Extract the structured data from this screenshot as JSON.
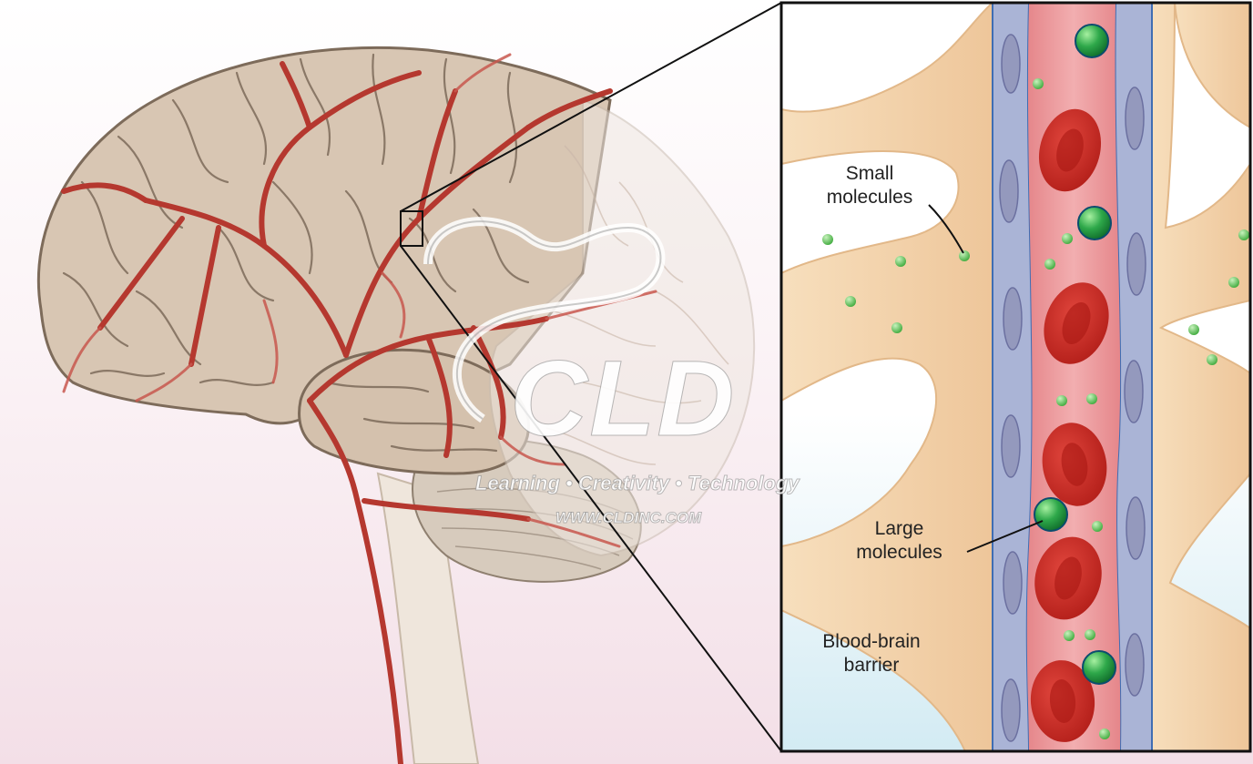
{
  "labels": {
    "small_molecules": {
      "line1": "Small",
      "line2": "molecules"
    },
    "large_molecules": {
      "line1": "Large",
      "line2": "molecules"
    },
    "blood_brain_barrier": {
      "line1": "Blood-brain",
      "line2": "barrier"
    }
  },
  "watermark": {
    "logo": "CLD",
    "tagline": "Learning • Creativity • Technology",
    "url": "WWW.CLDINC.COM"
  },
  "colors": {
    "brain_tissue": "#d9c7b4",
    "artery": "#b5382f",
    "blood": "#e37d77",
    "red_cell": "#cf2a22",
    "vessel_wall": "#aab4d6",
    "astrocyte": "#f3d4ab",
    "small_molecule": "#52b848",
    "large_molecule": "#1f9a3c",
    "background_pink": "#f6e8ee",
    "background_blue": "#dbeef4"
  }
}
